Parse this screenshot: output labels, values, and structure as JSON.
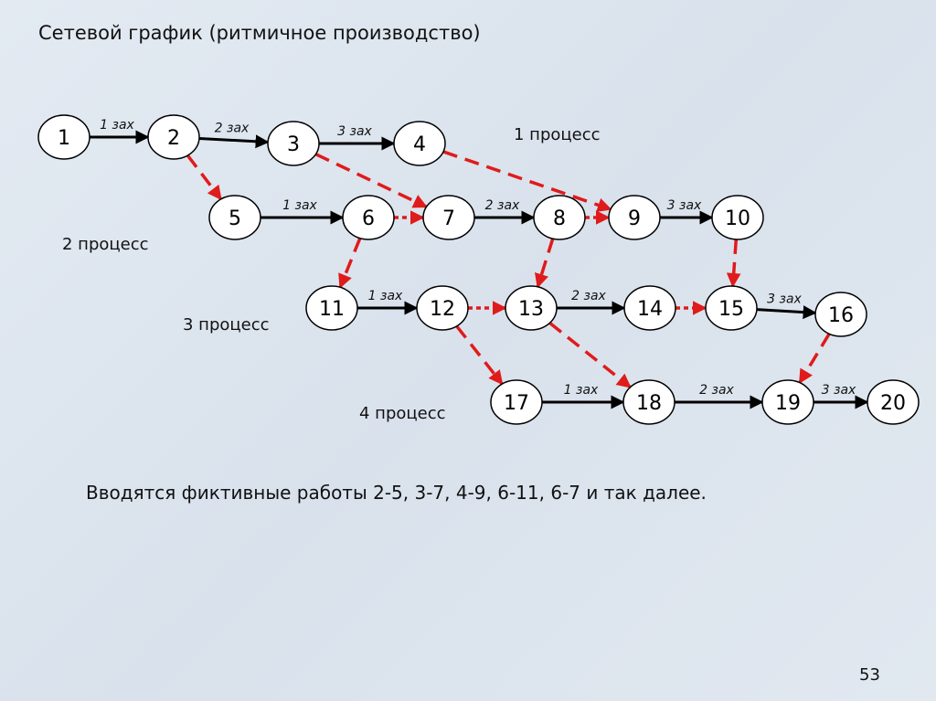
{
  "title": "Сетевой график (ритмичное производство)",
  "process_labels": [
    "1 процесс",
    "2 процесс",
    "3 процесс",
    "4 процесс"
  ],
  "note": "Вводятся фиктивные работы 2-5, 3-7, 4-9, 6-11, 6-7 и так далее.",
  "page_number": "53",
  "colors": {
    "solid": "#000000",
    "fictive": "#e01b1b",
    "node_fill": "#ffffff"
  },
  "nodes": [
    "1",
    "2",
    "3",
    "4",
    "5",
    "6",
    "7",
    "8",
    "9",
    "10",
    "11",
    "12",
    "13",
    "14",
    "15",
    "16",
    "17",
    "18",
    "19",
    "20"
  ],
  "edges": [
    {
      "from": "1",
      "to": "2",
      "type": "solid",
      "label": "1 зах"
    },
    {
      "from": "2",
      "to": "3",
      "type": "solid",
      "label": "2 зах"
    },
    {
      "from": "3",
      "to": "4",
      "type": "solid",
      "label": "3 зах"
    },
    {
      "from": "5",
      "to": "6",
      "type": "solid",
      "label": "1 зах"
    },
    {
      "from": "7",
      "to": "8",
      "type": "solid",
      "label": "2 зах"
    },
    {
      "from": "9",
      "to": "10",
      "type": "solid",
      "label": "3 зах"
    },
    {
      "from": "11",
      "to": "12",
      "type": "solid",
      "label": "1 зах"
    },
    {
      "from": "13",
      "to": "14",
      "type": "solid",
      "label": "2 зах"
    },
    {
      "from": "15",
      "to": "16",
      "type": "solid",
      "label": "3 зах"
    },
    {
      "from": "17",
      "to": "18",
      "type": "solid",
      "label": "1 зах"
    },
    {
      "from": "18",
      "to": "19",
      "type": "solid",
      "label": "2 зах"
    },
    {
      "from": "19",
      "to": "20",
      "type": "solid",
      "label": "3 зах"
    },
    {
      "from": "2",
      "to": "5",
      "type": "dashed"
    },
    {
      "from": "3",
      "to": "7",
      "type": "dashed"
    },
    {
      "from": "4",
      "to": "9",
      "type": "dashed"
    },
    {
      "from": "6",
      "to": "11",
      "type": "dashed"
    },
    {
      "from": "8",
      "to": "13",
      "type": "dashed"
    },
    {
      "from": "10",
      "to": "15",
      "type": "dashed"
    },
    {
      "from": "12",
      "to": "17",
      "type": "dashed"
    },
    {
      "from": "13",
      "to": "18",
      "type": "dashed"
    },
    {
      "from": "16",
      "to": "19",
      "type": "dashed"
    },
    {
      "from": "6",
      "to": "7",
      "type": "dotted"
    },
    {
      "from": "8",
      "to": "9",
      "type": "dotted"
    },
    {
      "from": "12",
      "to": "13",
      "type": "dotted"
    },
    {
      "from": "14",
      "to": "15",
      "type": "dotted"
    }
  ]
}
